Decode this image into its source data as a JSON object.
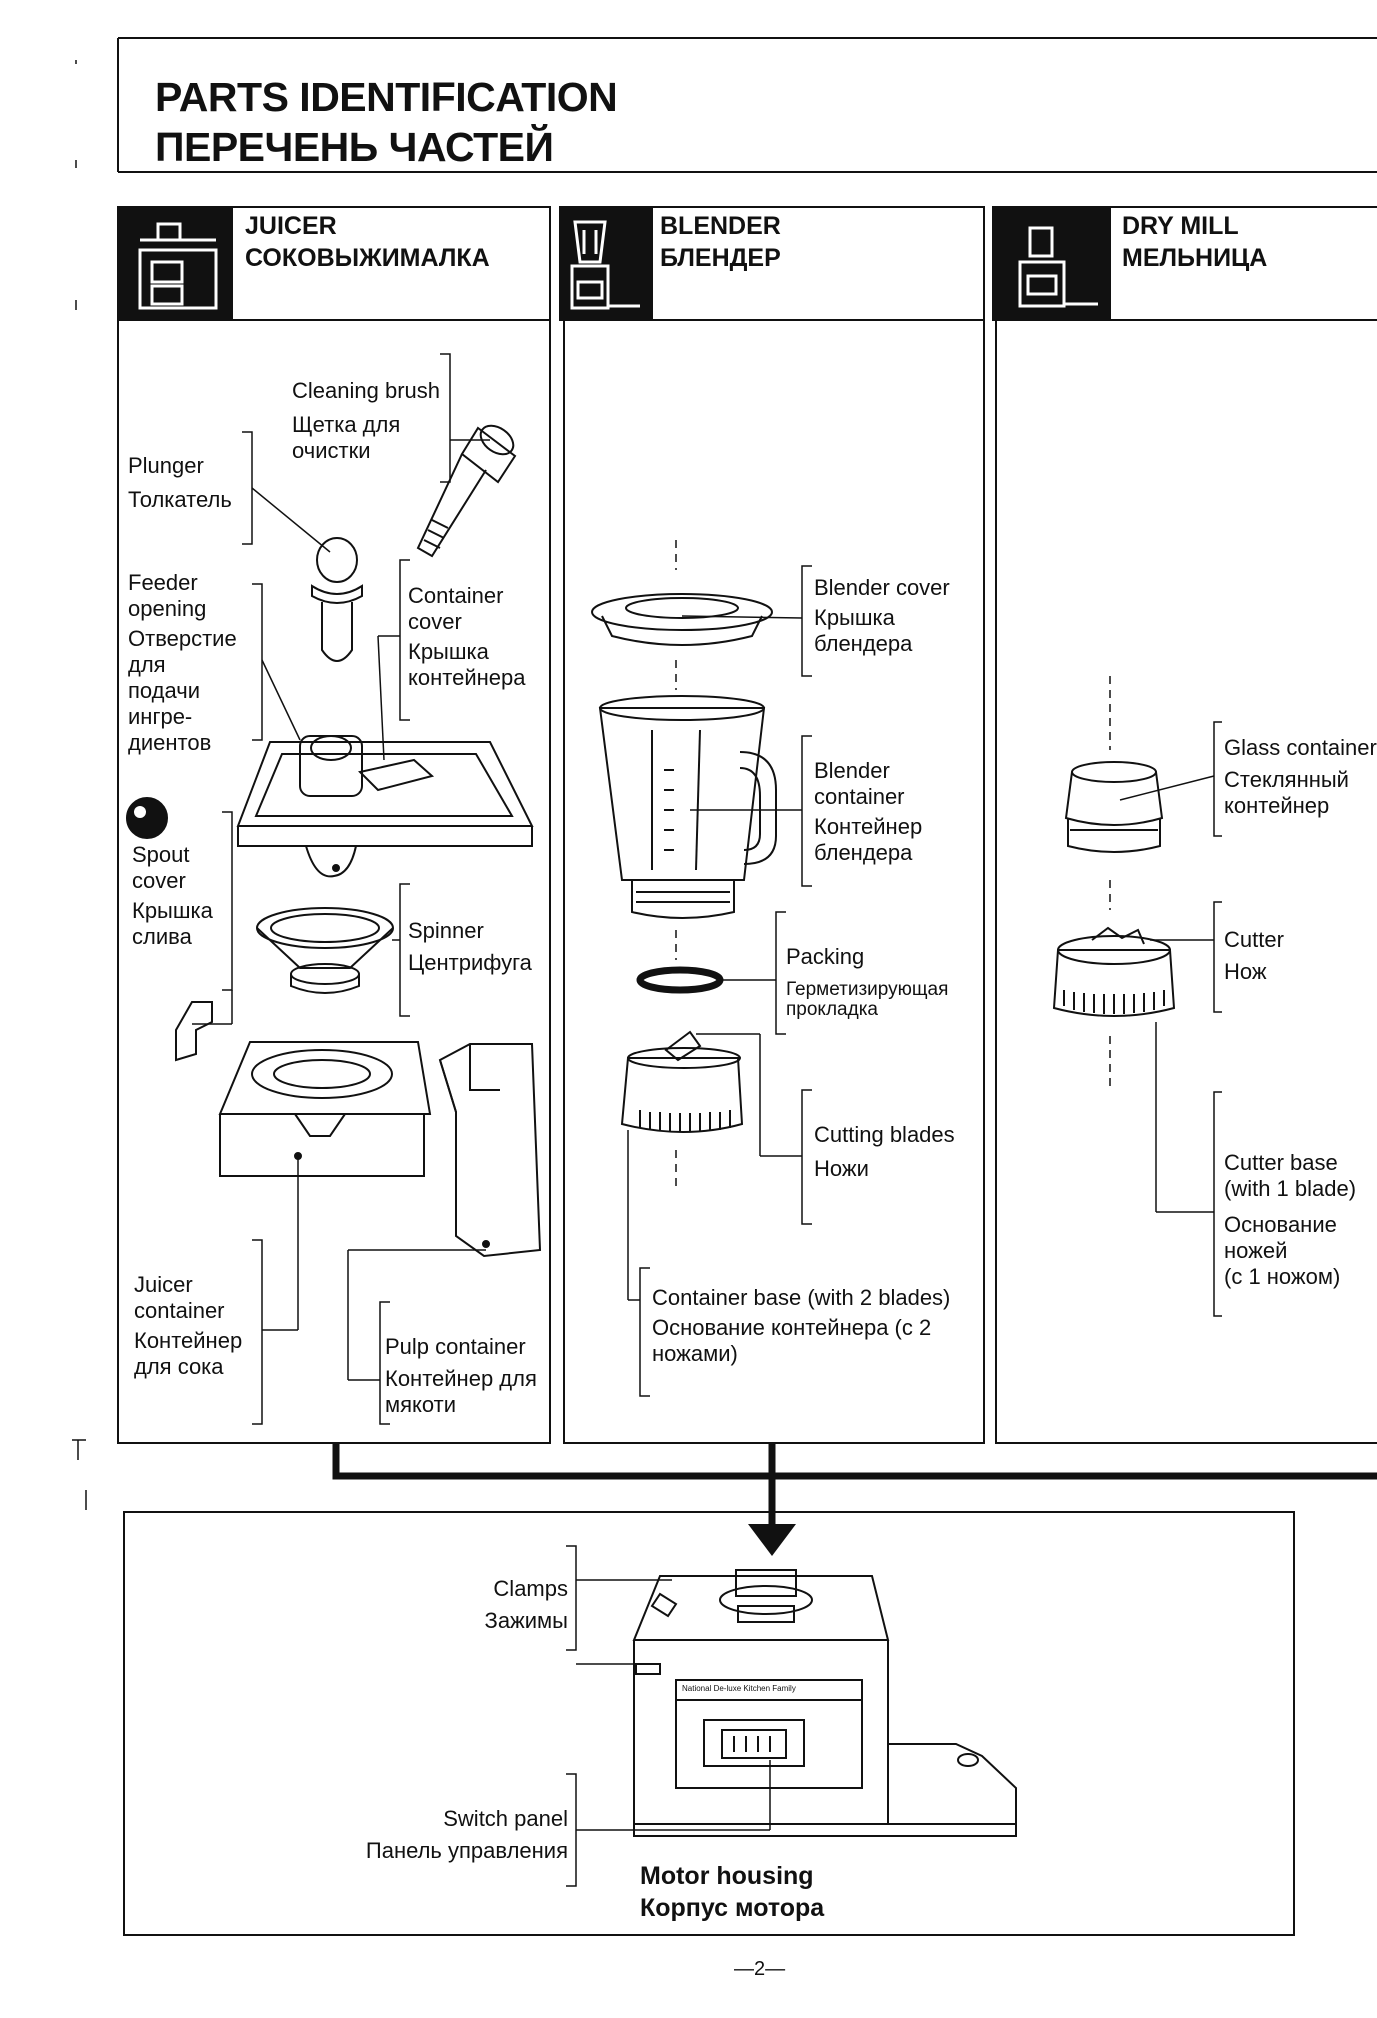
{
  "page": {
    "title_en": "PARTS IDENTIFICATION",
    "title_ru": "ПЕРЕЧЕНЬ ЧАСТЕЙ",
    "page_number": "—2—"
  },
  "sections": {
    "juicer": {
      "en": "JUICER",
      "ru": "СОКОВЫЖИМАЛКА"
    },
    "blender": {
      "en": "BLENDER",
      "ru": "БЛЕНДЕР"
    },
    "dry_mill": {
      "en": "DRY MILL",
      "ru": "МЕЛЬНИЦА"
    }
  },
  "juicer_parts": {
    "cleaning_brush": {
      "en": "Cleaning brush",
      "ru1": "Щетка для",
      "ru2": "очистки"
    },
    "plunger": {
      "en": "Plunger",
      "ru": "Толкатель"
    },
    "feeder": {
      "en1": "Feeder",
      "en2": "opening",
      "ru1": "Отверстие",
      "ru2": "для",
      "ru3": "подачи",
      "ru4": "ингре-",
      "ru5": "диентов"
    },
    "container_cover": {
      "en1": "Container",
      "en2": "cover",
      "ru1": "Крышка",
      "ru2": "контейнера"
    },
    "spout_cover": {
      "en1": "Spout",
      "en2": "cover",
      "ru1": "Крышка",
      "ru2": "слива"
    },
    "spinner": {
      "en": "Spinner",
      "ru": "Центрифуга"
    },
    "juicer_container": {
      "en1": "Juicer",
      "en2": "container",
      "ru1": "Контейнер",
      "ru2": "для сока"
    },
    "pulp_container": {
      "en": "Pulp container",
      "ru1": "Контейнер для",
      "ru2": "мякоти"
    }
  },
  "blender_parts": {
    "blender_cover": {
      "en": "Blender cover",
      "ru1": "Крышка",
      "ru2": "блендера"
    },
    "blender_container": {
      "en1": "Blender",
      "en2": "container",
      "ru1": "Контейнер",
      "ru2": "блендера"
    },
    "packing": {
      "en": "Packing",
      "ru1": "Герметизирующая",
      "ru2": "прокладка"
    },
    "cutting_blades": {
      "en": "Cutting blades",
      "ru": "Ножи"
    },
    "container_base": {
      "en": "Container base (with 2 blades)",
      "ru1": "Основание контейнера (с 2",
      "ru2": "ножами)"
    }
  },
  "dry_mill_parts": {
    "glass_container": {
      "en": "Glass container",
      "ru1": "Стеклянный",
      "ru2": "контейнер"
    },
    "cutter": {
      "en": "Cutter",
      "ru": "Нож"
    },
    "cutter_base": {
      "en1": "Cutter base",
      "en2": "(with 1 blade)",
      "ru1": "Основание",
      "ru2": "ножей",
      "ru3": "(с 1 ножом)"
    }
  },
  "motor_parts": {
    "clamps": {
      "en": "Clamps",
      "ru": "Зажимы"
    },
    "switch_panel": {
      "en": "Switch panel",
      "ru": "Панель управления"
    },
    "motor_housing": {
      "en": "Motor housing",
      "ru": "Корпус мотора"
    },
    "brand_strip": "National  De-luxe Kitchen Family"
  },
  "colors": {
    "ink": "#111111",
    "paper": "#ffffff",
    "header_black": "#111111"
  }
}
